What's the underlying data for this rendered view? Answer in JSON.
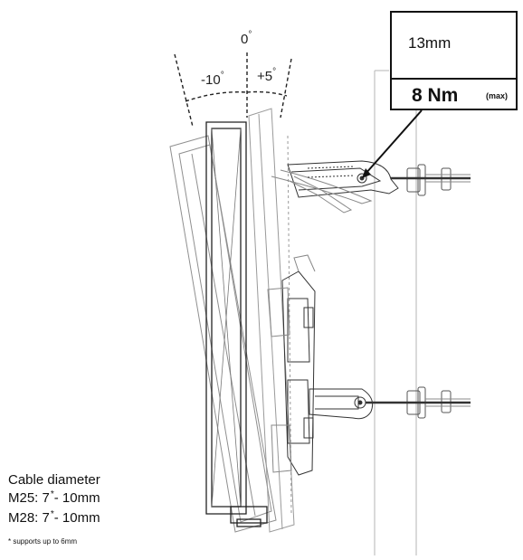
{
  "angles": {
    "zero": "0",
    "neg": "-10",
    "pos": "+5",
    "deg": "°"
  },
  "torque_box": {
    "wrench_size": "13mm",
    "torque_value": "8 Nm",
    "torque_qualifier": "(max)"
  },
  "cable": {
    "title": "Cable diameter",
    "m25_prefix": "M25: 7",
    "m25_suffix": "- 10mm",
    "m28_prefix": "M28: 7",
    "m28_suffix": "- 10mm",
    "star": "*",
    "footnote": "* supports up to 6mm"
  },
  "colors": {
    "line": "#222222",
    "light_line": "#9a9a9a"
  }
}
